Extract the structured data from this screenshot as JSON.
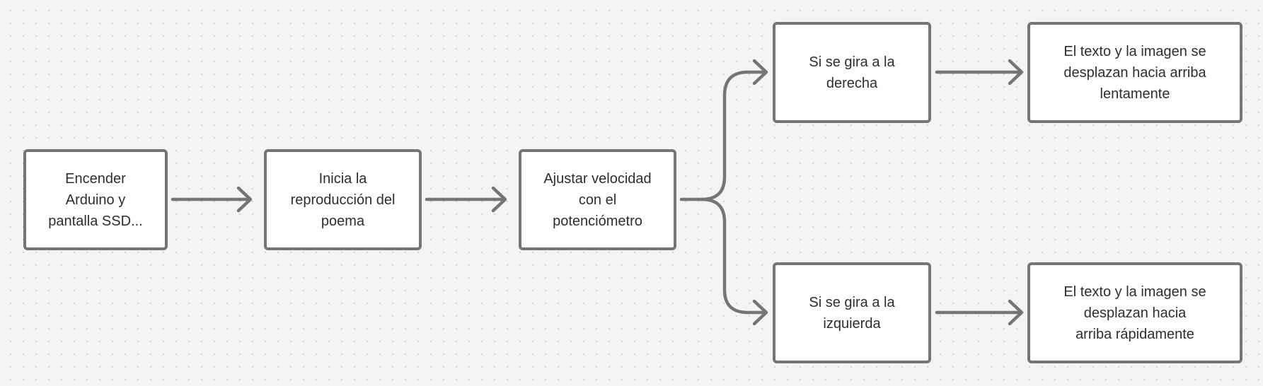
{
  "diagram": {
    "type": "flowchart",
    "nodes": [
      {
        "id": "encender",
        "label": "Encender\nArduino y\npantalla SSD..."
      },
      {
        "id": "inicia",
        "label": "Inicia la\nreproducción del\npoema"
      },
      {
        "id": "ajustar",
        "label": "Ajustar velocidad\ncon el\npotenciómetro"
      },
      {
        "id": "derecha",
        "label": "Si se gira a la\nderecha"
      },
      {
        "id": "arriba-lento",
        "label": "El texto y la imagen se\ndesplazan hacia arriba\nlentamente"
      },
      {
        "id": "izquierda",
        "label": "Si se gira a la\nizquierda"
      },
      {
        "id": "arriba-rapido",
        "label": "El texto y la imagen se\ndesplazan hacia\narriba rápidamente"
      }
    ],
    "edges": [
      {
        "from": "encender",
        "to": "inicia"
      },
      {
        "from": "inicia",
        "to": "ajustar"
      },
      {
        "from": "ajustar",
        "to": "derecha"
      },
      {
        "from": "ajustar",
        "to": "izquierda"
      },
      {
        "from": "derecha",
        "to": "arriba-lento"
      },
      {
        "from": "izquierda",
        "to": "arriba-rapido"
      }
    ]
  },
  "colors": {
    "background": "#f4f4f4",
    "grid_dot": "#d2d2d2",
    "node_fill": "#ffffff",
    "node_border": "#757575",
    "connector": "#757575",
    "text": "#2e2e2e"
  }
}
